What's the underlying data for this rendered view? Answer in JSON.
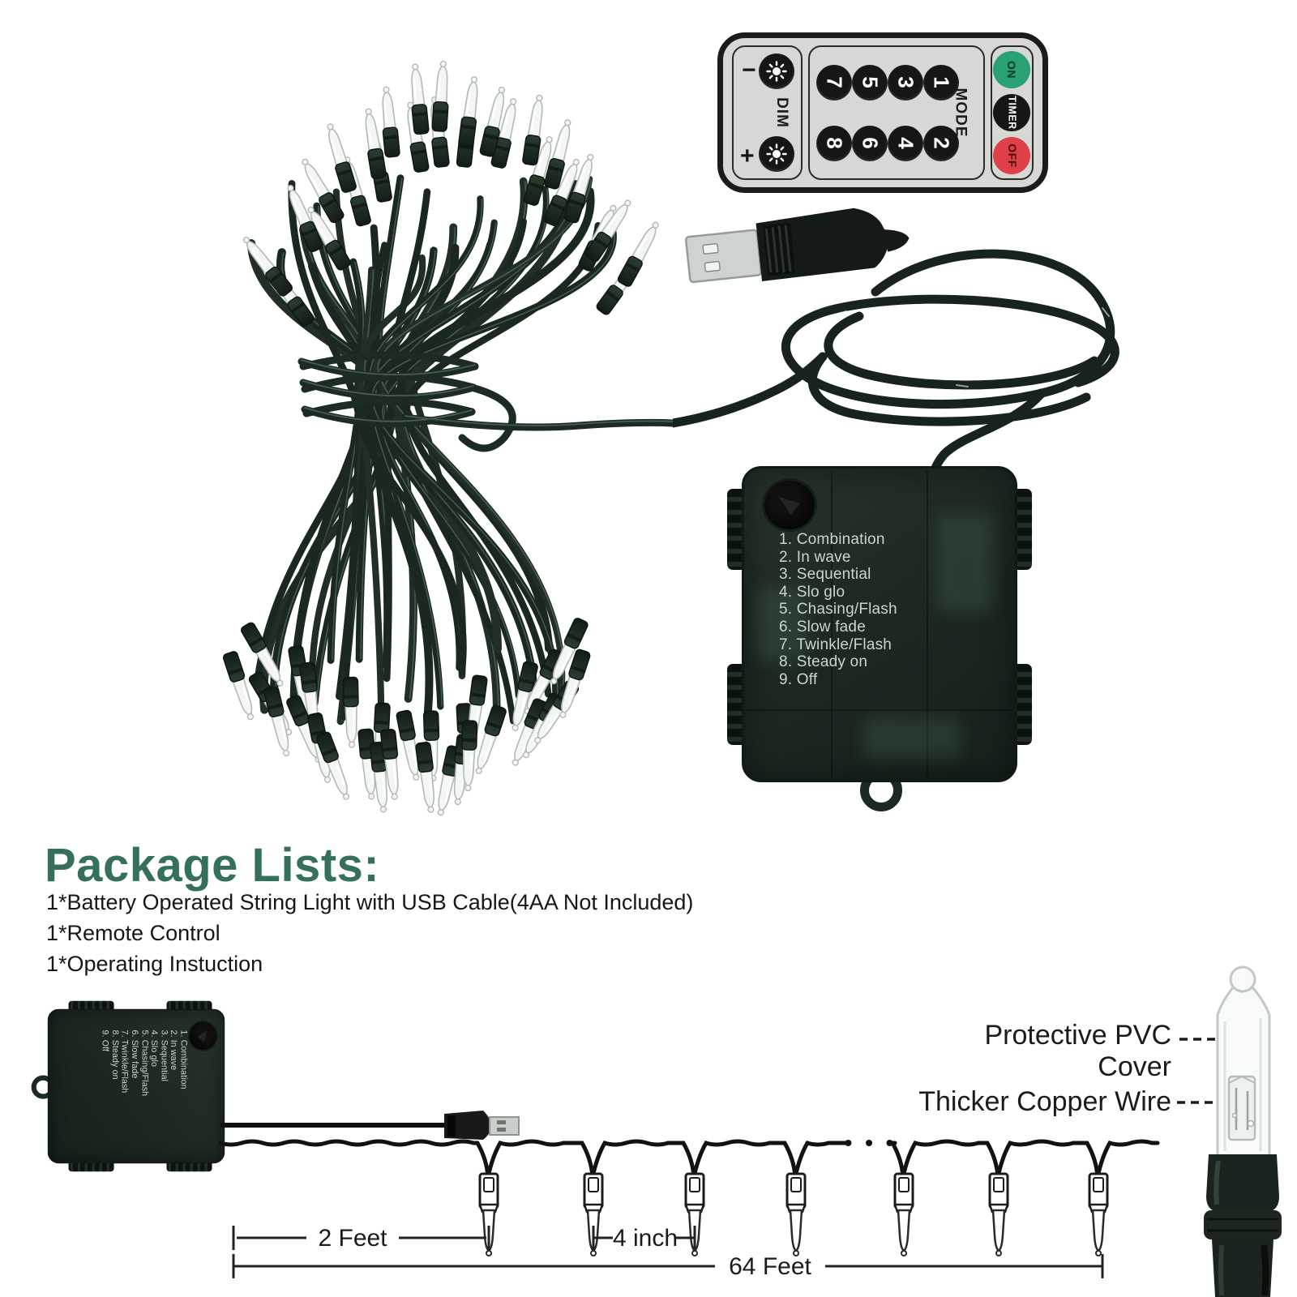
{
  "remote": {
    "dim": {
      "label": "DIM",
      "minus": "−",
      "plus": "+"
    },
    "mode": {
      "label": "MODE",
      "numbers": [
        "7",
        "5",
        "3",
        "1",
        "8",
        "6",
        "4",
        "2"
      ]
    },
    "power": {
      "on": "ON",
      "timer": "TIMER",
      "off": "OFF"
    }
  },
  "battery_box": {
    "modes": [
      "1. Combination",
      "2. In wave",
      "3. Sequential",
      "4. Slo glo",
      "5. Chasing/Flash",
      "6. Slow fade",
      "7. Twinkle/Flash",
      "8. Steady on",
      "9. Off"
    ]
  },
  "package": {
    "heading": "Package Lists:",
    "items": [
      "1*Battery Operated String Light with USB Cable(4AA Not Included)",
      "1*Remote Control",
      "1*Operating Instuction"
    ]
  },
  "diagram": {
    "dim_first_gap": "2 Feet",
    "dim_spacing": "4 inch",
    "dim_total": "64 Feet",
    "ellipsis": "• • •",
    "label_cover": "Protective PVC Cover",
    "label_wire": "Thicker Copper Wire"
  },
  "colors": {
    "heading_green": "#35705e",
    "on_button": "#2aa173",
    "off_button": "#df4048",
    "wire_green": "#1a241e"
  }
}
